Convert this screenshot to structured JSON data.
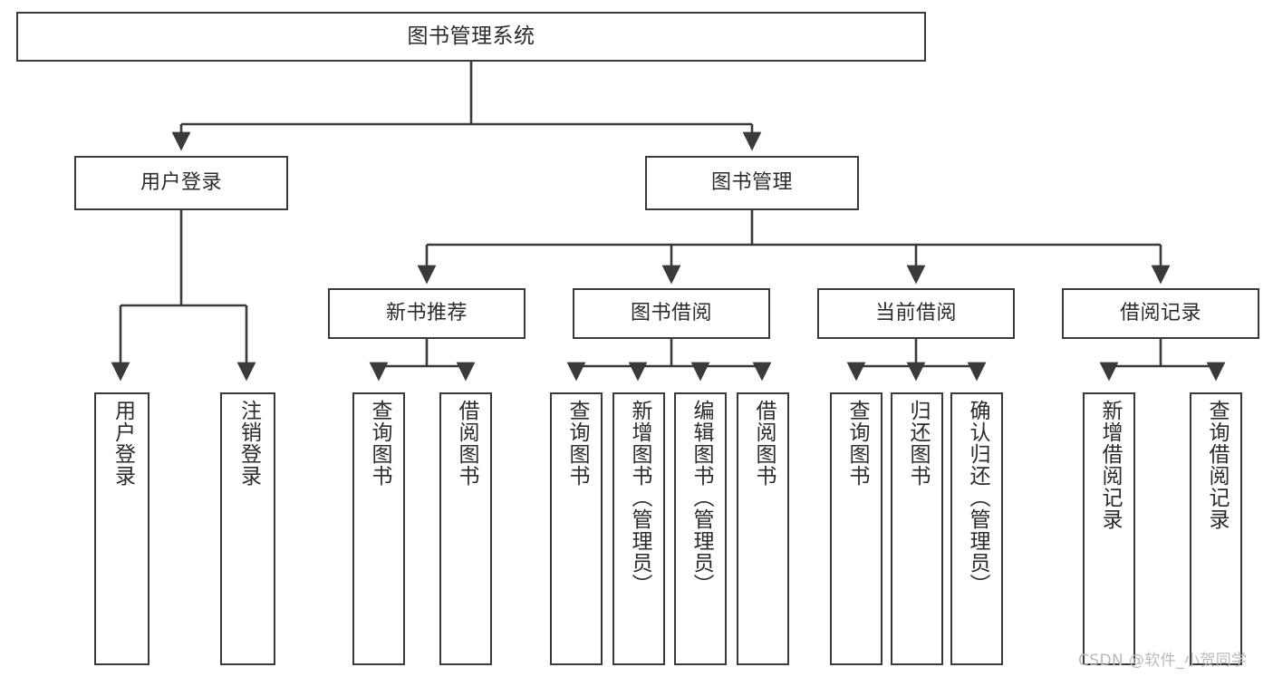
{
  "diagram": {
    "title": "图书管理系统",
    "type": "tree-hierarchy",
    "root": {
      "label": "图书管理系统"
    },
    "level2": [
      {
        "label": "用户登录"
      },
      {
        "label": "图书管理"
      }
    ],
    "level3": [
      {
        "label": "新书推荐"
      },
      {
        "label": "图书借阅"
      },
      {
        "label": "当前借阅"
      },
      {
        "label": "借阅记录"
      }
    ],
    "leaves": {
      "user_login": [
        {
          "label": "用户登录"
        },
        {
          "label": "注销登录"
        }
      ],
      "new_book_recommend": [
        {
          "label": "查询图书"
        },
        {
          "label": "借阅图书"
        }
      ],
      "book_borrow": [
        {
          "label": "查询图书"
        },
        {
          "label": "新增图书（管理员）"
        },
        {
          "label": "编辑图书（管理员）"
        },
        {
          "label": "借阅图书"
        }
      ],
      "current_borrow": [
        {
          "label": "查询图书"
        },
        {
          "label": "归还图书"
        },
        {
          "label": "确认归还（管理员）"
        }
      ],
      "borrow_record": [
        {
          "label": "新增借阅记录"
        },
        {
          "label": "查询借阅记录"
        }
      ]
    }
  },
  "watermark": {
    "text": "CSDN @软件_小贺同学"
  },
  "colors": {
    "stroke": "#3a3a3a",
    "fill": "#ffffff",
    "text": "#2b2b2b",
    "watermark": "#b9b9b9"
  }
}
